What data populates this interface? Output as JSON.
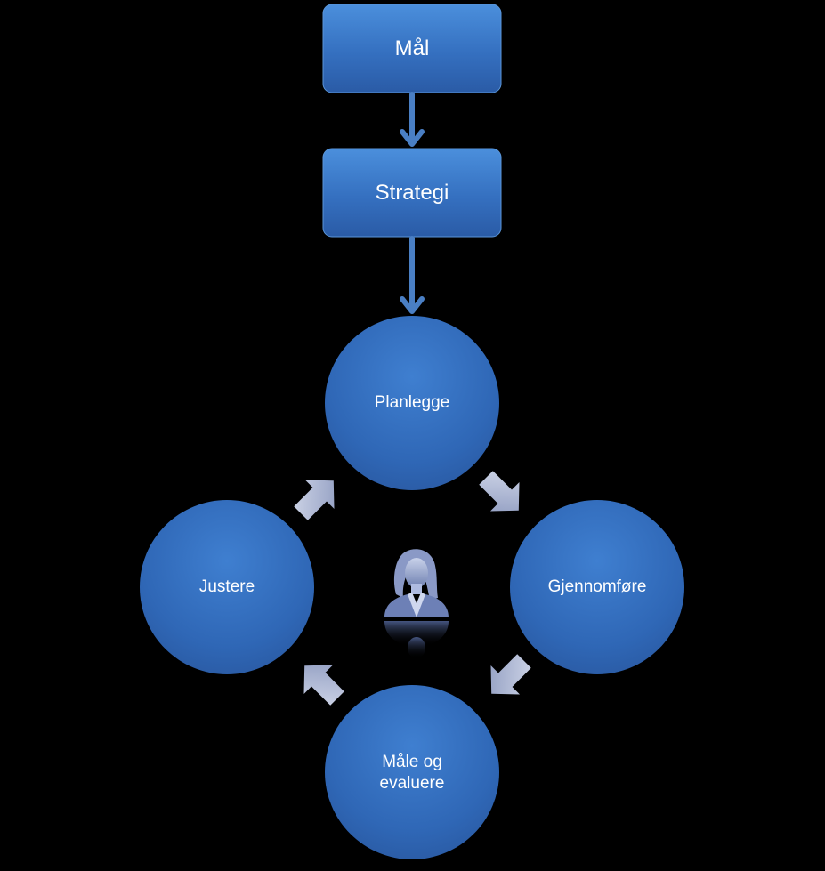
{
  "boxes": {
    "goal": "Mål",
    "strategy": "Strategi"
  },
  "cycle": {
    "plan": "Planlegge",
    "execute": "Gjennomføre",
    "measure_line1": "Måle og",
    "measure_line2": "evaluere",
    "adjust": "Justere"
  },
  "center_icon": "person-icon",
  "colors": {
    "background": "#000000",
    "node_light": "#4a8ad6",
    "node_dark": "#2a5ea8",
    "connector": "#4a7fc4",
    "cycle_arrow": "#aab6d6"
  }
}
